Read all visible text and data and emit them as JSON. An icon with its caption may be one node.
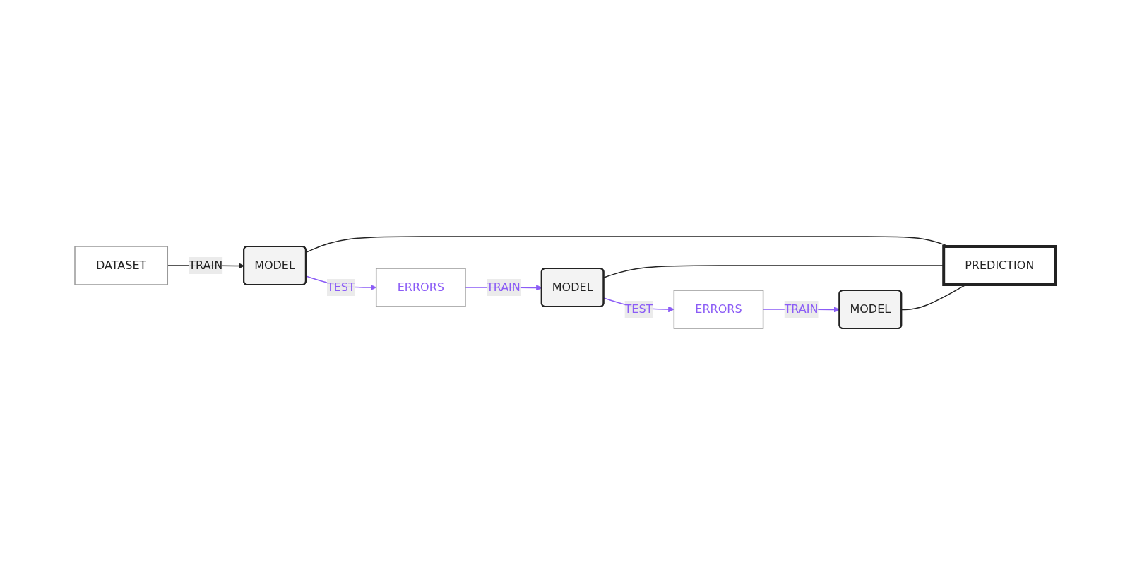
{
  "diagram": {
    "nodes": [
      {
        "text": [
          "DATASET"
        ]
      },
      {
        "text": [
          "MODEL"
        ]
      },
      {
        "text": [
          "ERRORS"
        ]
      },
      {
        "text": [
          "MODEL"
        ]
      },
      {
        "text": [
          "ERRORS"
        ]
      },
      {
        "text": [
          "MODEL"
        ]
      },
      {
        "text": [
          "PREDICTION"
        ]
      }
    ],
    "edges": [
      {
        "from": 0,
        "to": 1,
        "arrow": "to",
        "label": "TRAIN"
      },
      {
        "from": 1,
        "to": 2,
        "arrow": "to",
        "label": "TEST",
        "color": "#8b5cf6"
      },
      {
        "from": 2,
        "to": 3,
        "arrow": "to",
        "label": "TRAIN",
        "color": "#8b5cf6"
      },
      {
        "from": 3,
        "to": 4,
        "arrow": "to",
        "label": "TEST",
        "color": "#8b5cf6"
      },
      {
        "from": 4,
        "to": 5,
        "arrow": "to",
        "label": "TRAIN",
        "color": "#8b5cf6"
      },
      {
        "from": 1,
        "to": 6,
        "arrow": "none"
      },
      {
        "from": 3,
        "to": 6,
        "arrow": "none"
      },
      {
        "from": 5,
        "to": 6,
        "arrow": "none"
      }
    ]
  }
}
